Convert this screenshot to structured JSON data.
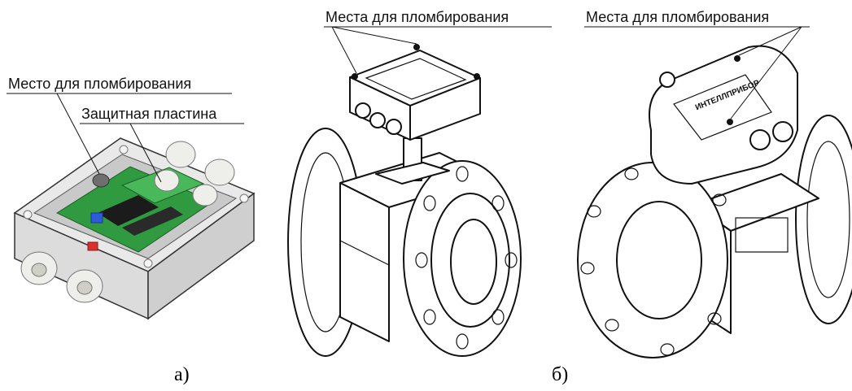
{
  "labels": {
    "a_seal": "Место для пломбирования",
    "a_plate": "Защитная пластина",
    "b_center_seals": "Места для пломбирования",
    "b_right_seals": "Места для пломбирования"
  },
  "captions": {
    "a": "а)",
    "b": "б)"
  },
  "nameplate_text": [
    "ИНТЕЛЛПРИБОР"
  ]
}
